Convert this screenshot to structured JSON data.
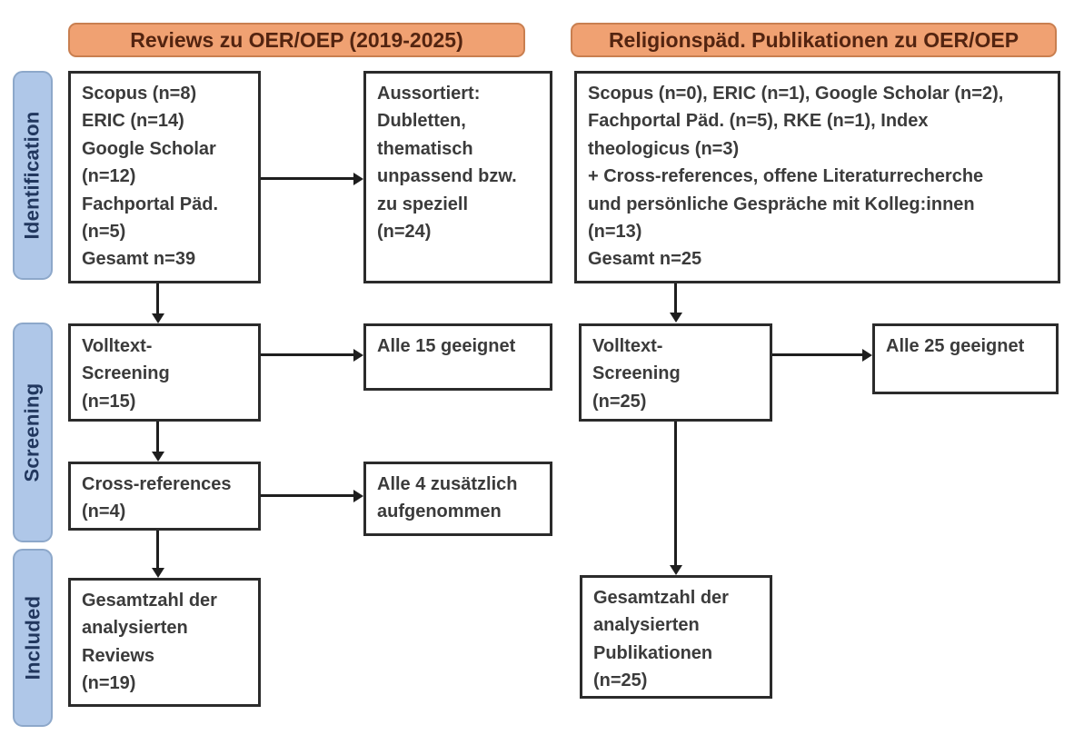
{
  "colors": {
    "page-bg": "#ffffff",
    "header-fill": "#f0a172",
    "header-border": "#c97f50",
    "header-text": "#532410",
    "stage-fill": "#afc7e8",
    "stage-border": "#8da8ca",
    "stage-text": "#21375e",
    "box-border": "#2b2b2b",
    "box-text": "#3b3b3b",
    "arrow": "#1e1e1e"
  },
  "headers": {
    "left": "Reviews zu OER/OEP (2019-2025)",
    "right": "Religionspäd. Publikationen zu OER/OEP"
  },
  "stages": {
    "identification": "Identification",
    "screening": "Screening",
    "included": "Included"
  },
  "boxes": {
    "left_sources": "Scopus (n=8)\nERIC (n=14)\nGoogle Scholar\n(n=12)\nFachportal Päd.\n(n=5)\nGesamt n=39",
    "left_excluded": "Aussortiert:\nDubletten,\nthematisch\nunpassend bzw.\nzu speziell\n(n=24)",
    "left_fulltext": "Volltext-\nScreening\n(n=15)",
    "left_fulltext_result": "Alle 15 geeignet",
    "left_crossref": "Cross-references\n(n=4)",
    "left_crossref_result": "Alle 4 zusätzlich\naufgenommen",
    "left_included": "Gesamtzahl der\nanalysierten\nReviews\n(n=19)",
    "right_sources": "Scopus (n=0), ERIC (n=1), Google Scholar (n=2),\nFachportal Päd. (n=5), RKE (n=1), Index\ntheologicus (n=3)\n+ Cross-references, offene Literaturrecherche\nund persönliche Gespräche mit Kolleg:innen\n(n=13)\nGesamt n=25",
    "right_fulltext": "Volltext-\nScreening\n(n=25)",
    "right_fulltext_result": "Alle 25 geeignet",
    "right_included": "Gesamtzahl der\nanalysierten\nPublikationen\n(n=25)"
  }
}
